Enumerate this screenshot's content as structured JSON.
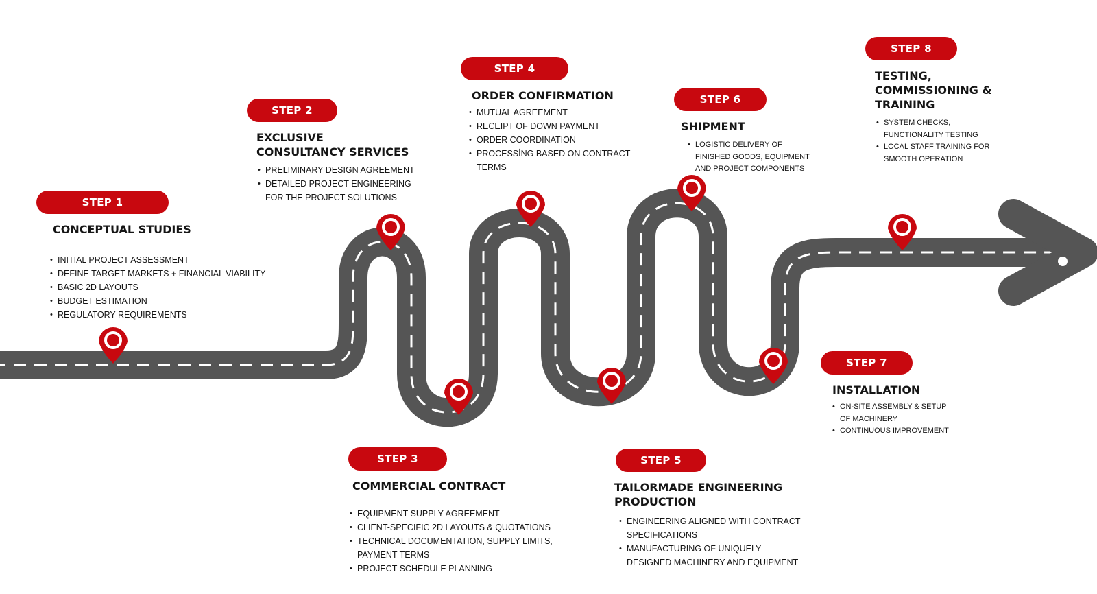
{
  "colors": {
    "badge": "#c8080f",
    "road": "#555555",
    "pin": "#c8080f",
    "lane": "#ffffff"
  },
  "icons": {
    "marker": "location-pin-icon",
    "end": "arrow-right-icon"
  },
  "steps": [
    {
      "badge": "STEP 1",
      "title": "CONCEPTUAL STUDIES",
      "items": [
        "INITIAL PROJECT ASSESSMENT",
        " DEFINE TARGET MARKETS + FINANCIAL VIABILITY",
        "BASIC 2D LAYOUTS",
        "BUDGET ESTIMATION",
        "REGULATORY REQUIREMENTS"
      ]
    },
    {
      "badge": "STEP 2",
      "title": "EXCLUSIVE\nCONSULTANCY SERVICES",
      "items": [
        "PRELIMINARY DESIGN AGREEMENT",
        "DETAILED PROJECT ENGINEERING\nFOR THE PROJECT SOLUTIONS"
      ]
    },
    {
      "badge": "STEP 3",
      "title": "COMMERCIAL CONTRACT",
      "items": [
        "EQUIPMENT SUPPLY AGREEMENT",
        "CLIENT-SPECIFIC 2D LAYOUTS & QUOTATIONS",
        "TECHNICAL DOCUMENTATION, SUPPLY LIMITS,\nPAYMENT TERMS",
        "PROJECT SCHEDULE PLANNING"
      ]
    },
    {
      "badge": "STEP 4",
      "title": "ORDER CONFIRMATION",
      "items": [
        "MUTUAL AGREEMENT",
        "RECEIPT OF DOWN PAYMENT",
        "ORDER  COORDINATION",
        "PROCESSİNG BASED ON CONTRACT\nTERMS"
      ]
    },
    {
      "badge": "STEP 5",
      "title": "TAILORMADE ENGINEERING\nPRODUCTION",
      "items": [
        "ENGINEERING ALIGNED WITH CONTRACT\nSPECIFICATIONS",
        "MANUFACTURING OF UNIQUELY\nDESIGNED MACHINERY AND EQUIPMENT"
      ]
    },
    {
      "badge": "STEP 6",
      "title": "SHIPMENT",
      "items": [
        "LOGISTIC DELIVERY OF\nFINISHED GOODS, EQUIPMENT\nAND PROJECT COMPONENTS"
      ]
    },
    {
      "badge": "STEP 7",
      "title": "INSTALLATION",
      "items": [
        "ON-SITE ASSEMBLY & SETUP\nOF MACHINERY",
        "CONTINUOUS IMPROVEMENT"
      ]
    },
    {
      "badge": "STEP 8",
      "title": "TESTING,\nCOMMISSIONING &\nTRAINING",
      "items": [
        "SYSTEM CHECKS,\nFUNCTIONALITY TESTING",
        "LOCAL STAFF TRAINING FOR\nSMOOTH OPERATION"
      ]
    }
  ]
}
